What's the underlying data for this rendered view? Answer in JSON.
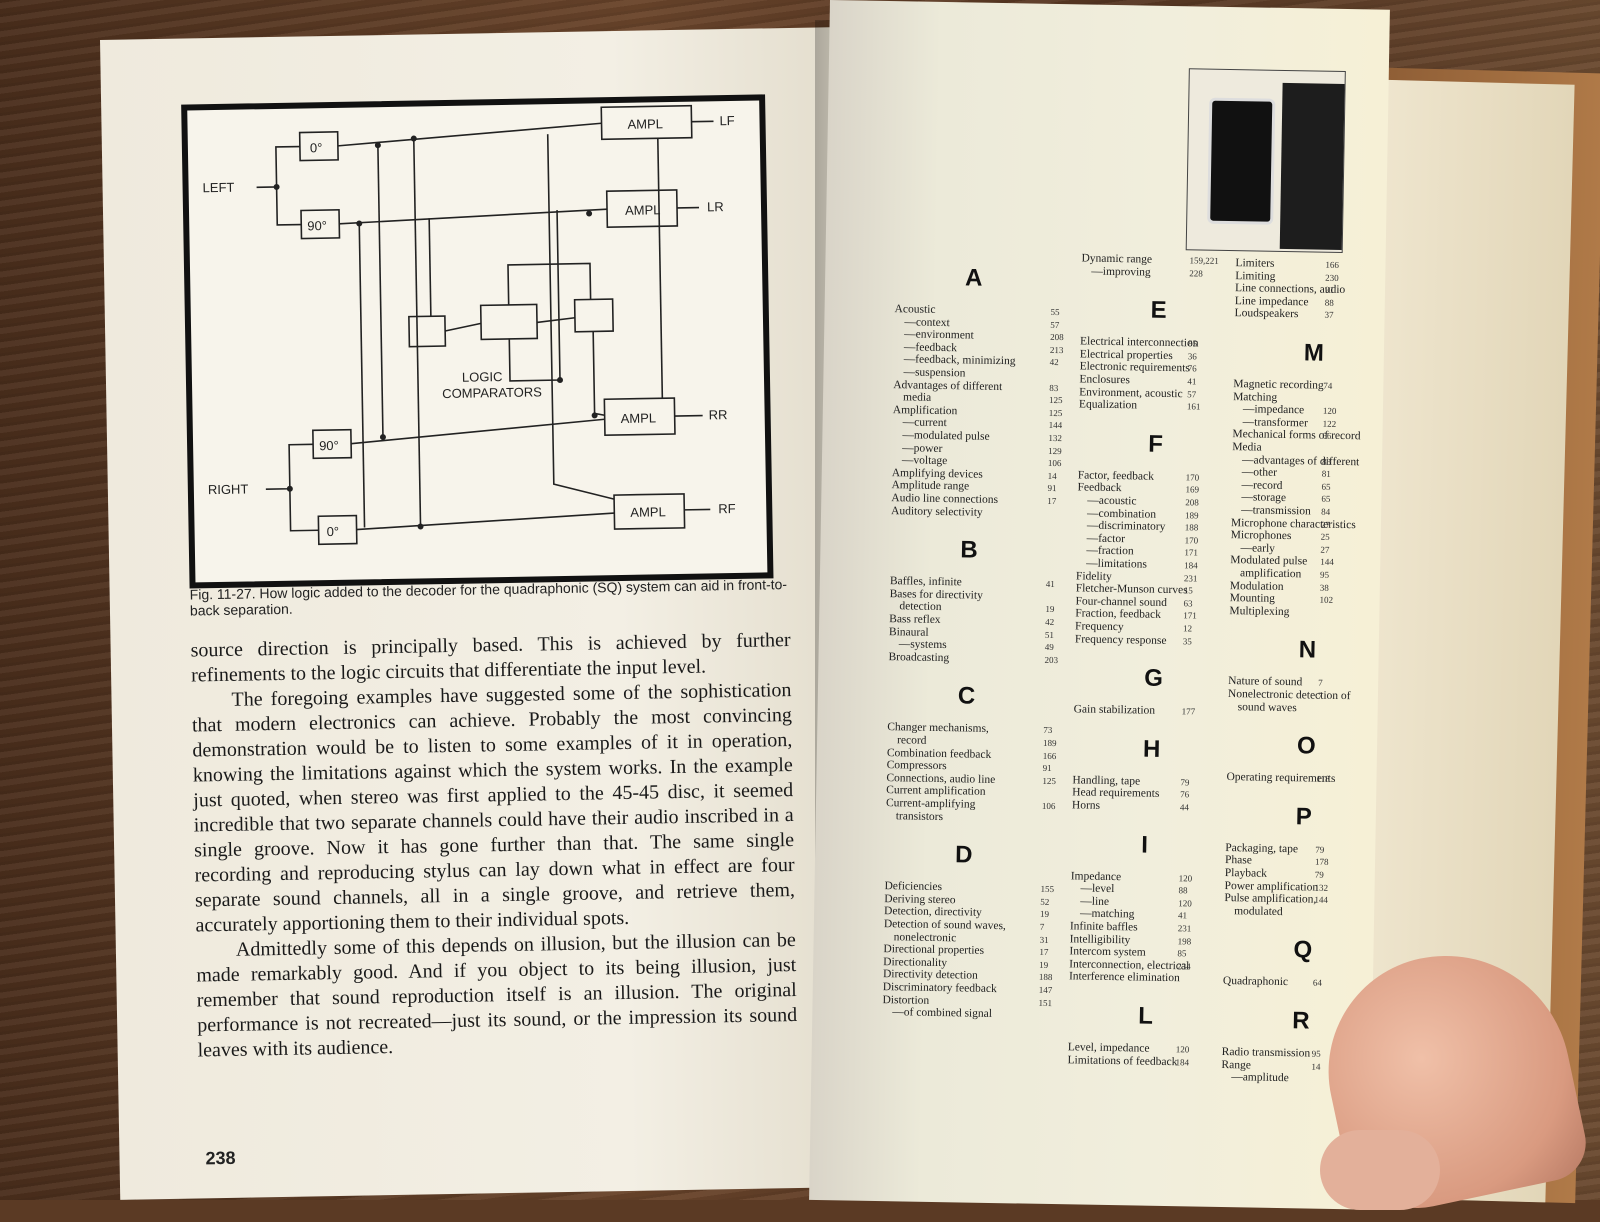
{
  "left_page": {
    "diagram": {
      "inputs": [
        "LEFT",
        "RIGHT"
      ],
      "phase_blocks": [
        "0°",
        "90°",
        "90°",
        "0°"
      ],
      "amplifiers": [
        {
          "label": "AMPL",
          "output": "LF"
        },
        {
          "label": "AMPL",
          "output": "LR"
        },
        {
          "label": "AMPL",
          "output": "RR"
        },
        {
          "label": "AMPL",
          "output": "RF"
        }
      ],
      "comparator_label_1": "LOGIC",
      "comparator_label_2": "COMPARATORS"
    },
    "caption": "Fig. 11-27. How logic added to the decoder for the quadraphonic (SQ) system can aid in front-to-back separation.",
    "paragraphs": [
      "source direction is principally based. This is achieved by further refinements to the logic circuits that differentiate the input level.",
      "The foregoing examples have suggested some of the sophistication that modern electronics can achieve. Probably the most convincing demonstration would be to listen to some examples of it in operation, knowing the limitations against which the system works. In the example just quoted, when stereo was first applied to the 45-45 disc, it seemed incredible that two separate channels could have their audio inscribed in a single groove. Now it has gone further than that. The same single recording and reproducing stylus can lay down what in effect are four separate sound channels, all in a single groove, and retrieve them, accurately apportioning them to their individual spots.",
      "Admittedly some of this depends on illusion, but the illusion can be made remarkably good. And if you object to its being illusion, just remember that sound reproduction itself is an illusion. The original performance is not recreated—just its sound, or the impression its sound leaves with its audience."
    ],
    "page_number": "238"
  },
  "index": {
    "col1": [
      {
        "letter": "A",
        "entries": [
          [
            "Acoustic",
            "55"
          ],
          [
            "—context",
            "57"
          ],
          [
            "—environment",
            "208"
          ],
          [
            "—feedback",
            "213"
          ],
          [
            "—feedback, minimizing",
            "42"
          ],
          [
            "—suspension",
            ""
          ],
          [
            "Advantages of different",
            "83"
          ],
          [
            "media",
            "125"
          ],
          [
            "Amplification",
            "125"
          ],
          [
            "—current",
            "144"
          ],
          [
            "—modulated pulse",
            "132"
          ],
          [
            "—power",
            "129"
          ],
          [
            "—voltage",
            "106"
          ],
          [
            "Amplifying devices",
            "14"
          ],
          [
            "Amplitude range",
            "91"
          ],
          [
            "Audio line connections",
            "17"
          ],
          [
            "Auditory selectivity",
            ""
          ]
        ]
      },
      {
        "letter": "B",
        "entries": [
          [
            "Baffles, infinite",
            "41"
          ],
          [
            "Bases for directivity",
            ""
          ],
          [
            "detection",
            "19"
          ],
          [
            "Bass reflex",
            "42"
          ],
          [
            "Binaural",
            "51"
          ],
          [
            "—systems",
            "49"
          ],
          [
            "Broadcasting",
            "203"
          ]
        ]
      },
      {
        "letter": "C",
        "entries": [
          [
            "Changer mechanisms,",
            "73"
          ],
          [
            "record",
            "189"
          ],
          [
            "Combination feedback",
            "166"
          ],
          [
            "Compressors",
            "91"
          ],
          [
            "Connections, audio line",
            "125"
          ],
          [
            "Current amplification",
            ""
          ],
          [
            "Current-amplifying",
            "106"
          ],
          [
            "transistors",
            ""
          ]
        ]
      },
      {
        "letter": "D",
        "entries": [
          [
            "Deficiencies",
            "155"
          ],
          [
            "Deriving stereo",
            "52"
          ],
          [
            "Detection, directivity",
            "19"
          ],
          [
            "Detection of sound waves,",
            "7"
          ],
          [
            "nonelectronic",
            "31"
          ],
          [
            "Directional properties",
            "17"
          ],
          [
            "Directionality",
            "19"
          ],
          [
            "Directivity detection",
            "188"
          ],
          [
            "Discriminatory feedback",
            "147"
          ],
          [
            "Distortion",
            "151"
          ],
          [
            "—of combined signal",
            ""
          ]
        ]
      }
    ],
    "col2": [
      {
        "letter": "",
        "entries": [
          [
            "Dynamic range",
            "159,221"
          ],
          [
            "—improving",
            "228"
          ]
        ]
      },
      {
        "letter": "E",
        "entries": [
          [
            "Electrical interconnection",
            "85"
          ],
          [
            "Electrical properties",
            "36"
          ],
          [
            "Electronic requirements",
            "76"
          ],
          [
            "Enclosures",
            "41"
          ],
          [
            "Environment, acoustic",
            "57"
          ],
          [
            "Equalization",
            "161"
          ]
        ]
      },
      {
        "letter": "F",
        "entries": [
          [
            "Factor, feedback",
            "170"
          ],
          [
            "Feedback",
            "169"
          ],
          [
            "—acoustic",
            "208"
          ],
          [
            "—combination",
            "189"
          ],
          [
            "—discriminatory",
            "188"
          ],
          [
            "—factor",
            "170"
          ],
          [
            "—fraction",
            "171"
          ],
          [
            "—limitations",
            "184"
          ],
          [
            "Fidelity",
            "231"
          ],
          [
            "Fletcher-Munson curves",
            "15"
          ],
          [
            "Four-channel sound",
            "63"
          ],
          [
            "Fraction, feedback",
            "171"
          ],
          [
            "Frequency",
            "12"
          ],
          [
            "Frequency response",
            "35"
          ]
        ]
      },
      {
        "letter": "G",
        "entries": [
          [
            "Gain stabilization",
            "177"
          ]
        ]
      },
      {
        "letter": "H",
        "entries": [
          [
            "Handling, tape",
            "79"
          ],
          [
            "Head requirements",
            "76"
          ],
          [
            "Horns",
            "44"
          ]
        ]
      },
      {
        "letter": "I",
        "entries": [
          [
            "Impedance",
            "120"
          ],
          [
            "—level",
            "88"
          ],
          [
            "—line",
            "120"
          ],
          [
            "—matching",
            "41"
          ],
          [
            "Infinite baffles",
            "231"
          ],
          [
            "Intelligibility",
            "198"
          ],
          [
            "Intercom system",
            "85"
          ],
          [
            "Interconnection, electrical",
            "234"
          ],
          [
            "Interference elimination",
            ""
          ]
        ]
      },
      {
        "letter": "L",
        "entries": [
          [
            "Level, impedance",
            "120"
          ],
          [
            "Limitations of feedback",
            "184"
          ]
        ]
      }
    ],
    "col3": [
      {
        "letter": "",
        "entries": [
          [
            "Limiters",
            "166"
          ],
          [
            "Limiting",
            "230"
          ],
          [
            "Line connections, audio",
            "91"
          ],
          [
            "Line impedance",
            "88"
          ],
          [
            "Loudspeakers",
            "37"
          ]
        ]
      },
      {
        "letter": "M",
        "entries": [
          [
            "Magnetic recording",
            "74"
          ],
          [
            "Matching",
            ""
          ],
          [
            "—impedance",
            "120"
          ],
          [
            "—transformer",
            "122"
          ],
          [
            "Mechanical forms of record",
            "66"
          ],
          [
            "Media",
            ""
          ],
          [
            "—advantages of different",
            "83"
          ],
          [
            "—other",
            "81"
          ],
          [
            "—record",
            "65"
          ],
          [
            "—storage",
            "65"
          ],
          [
            "—transmission",
            "84"
          ],
          [
            "Microphone characteristics",
            "27"
          ],
          [
            "Microphones",
            "25"
          ],
          [
            "—early",
            "27"
          ],
          [
            "Modulated pulse",
            "144"
          ],
          [
            "amplification",
            "95"
          ],
          [
            "Modulation",
            "38"
          ],
          [
            "Mounting",
            "102"
          ],
          [
            "Multiplexing",
            ""
          ]
        ]
      },
      {
        "letter": "N",
        "entries": [
          [
            "Nature of sound",
            "7"
          ],
          [
            "Nonelectronic detection of",
            "7"
          ],
          [
            "sound waves",
            ""
          ]
        ]
      },
      {
        "letter": "O",
        "entries": [
          [
            "Operating requirements",
            "118"
          ]
        ]
      },
      {
        "letter": "P",
        "entries": [
          [
            "Packaging, tape",
            "79"
          ],
          [
            "Phase",
            "178"
          ],
          [
            "Playback",
            "79"
          ],
          [
            "Power amplification",
            "132"
          ],
          [
            "Pulse amplification,",
            "144"
          ],
          [
            "modulated",
            ""
          ]
        ]
      },
      {
        "letter": "Q",
        "entries": [
          [
            "Quadraphonic",
            "64"
          ]
        ]
      },
      {
        "letter": "R",
        "entries": [
          [
            "Radio transmission",
            "95"
          ],
          [
            "Range",
            "14"
          ],
          [
            "—amplitude",
            ""
          ]
        ]
      }
    ]
  }
}
